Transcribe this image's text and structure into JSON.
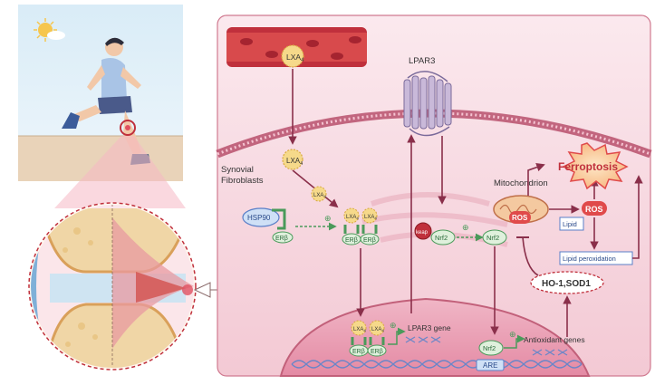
{
  "labels": {
    "lxa": "LXA",
    "lxa_sub": "4",
    "lpar3": "LPAR3",
    "synovial_line1": "Synovial",
    "synovial_line2": "Fibroblasts",
    "hsp90": "HSP90",
    "erb": "ERβ",
    "keap": "keap",
    "nrf2": "Nrf2",
    "mitochondrion": "Mitochondrion",
    "ferroptosis": "Ferroptosis",
    "ros": "ROS",
    "lipid": "Lipid",
    "lipid_peroxidation": "Lipid peroxidation",
    "ho1_sod1": "HO-1,SOD1",
    "lpar3_gene": "LPAR3 gene",
    "antioxidant_genes": "Antioxidant genes",
    "are": "ARE",
    "plus": "⊕"
  },
  "colors": {
    "membrane": "#b8506c",
    "cell_bg": "#f7dde4",
    "vessel": "#c0303c",
    "arrow": "#8a2f4a",
    "green": "#4a9a5a",
    "lxa_yellow": "#f6d98a",
    "ferroptosis": "#e04a4a",
    "blue": "#5a7fc8"
  },
  "icons": [
    "sun-icon",
    "runner-figure",
    "knee-joint-illustration",
    "receptor-icon",
    "mitochondrion-icon",
    "dna-helix-icon"
  ]
}
